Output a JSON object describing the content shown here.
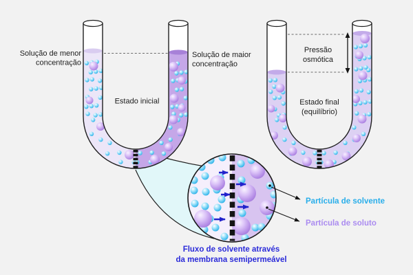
{
  "background_color": "#f2f2f2",
  "left_diagram": {
    "low_label": {
      "line1": "Solução de menor",
      "line2": "concentração"
    },
    "high_label": {
      "line1": "Solução de maior",
      "line2": "concentração"
    },
    "state_label": "Estado inicial",
    "low_solution_color": "#ece6f8",
    "low_meniscus_color": "#d9ccf0",
    "high_solution_color": "#c5a7e8",
    "high_meniscus_color": "#a781d8"
  },
  "right_diagram": {
    "pressure_label": {
      "line1": "Pressão",
      "line2": "osmótica"
    },
    "state_label": {
      "line1": "Estado final",
      "line2": "(equilíbrio)"
    },
    "solution_color": "#ddd1f3",
    "meniscus_color": "#c3abe9"
  },
  "detail": {
    "solvent_label": "Partícula de solvente",
    "solvent_label_color": "#29aeea",
    "solute_label": "Partícula de soluto",
    "solute_label_color": "#ab8cf0",
    "flow_arrow_color": "#2222cc",
    "left_half_color": "#f5effc",
    "right_half_color": "#d8c4f0",
    "lens_color": "#e1f7f9"
  },
  "caption": {
    "line1": "Fluxo de solvente através",
    "line2": "da membrana semipermeável",
    "color": "#2b2bd9"
  },
  "particles": {
    "solvent_color": "#45bdee",
    "solute_color": "#b48ce6"
  }
}
